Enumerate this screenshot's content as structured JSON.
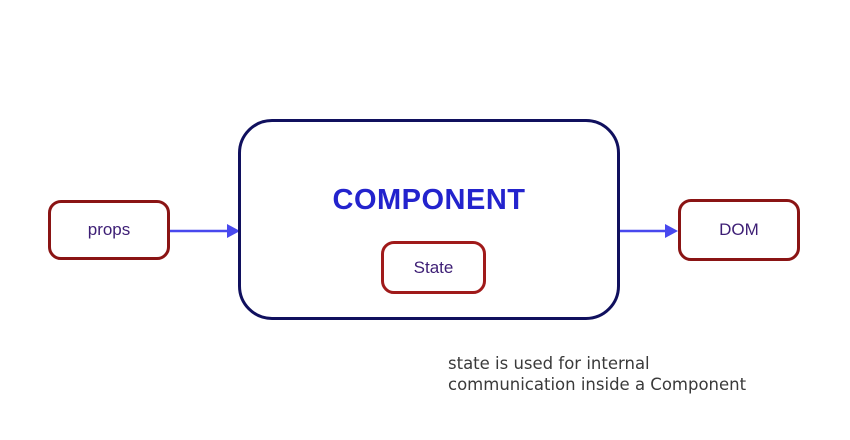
{
  "diagram": {
    "props_label": "props",
    "component_title": "COMPONENT",
    "state_label": "State",
    "dom_label": "DOM",
    "caption": {
      "lines": [
        "state is used for internal",
        "communication inside a Component"
      ]
    },
    "colors": {
      "red_border": "#8a1414",
      "red_border_state": "#a01a1a",
      "navy_border": "#10105e",
      "blue_title": "#2323cd",
      "purple_text": "#3d1e75",
      "arrow_blue": "#4848ee",
      "caption_gray": "#3a3a3a"
    }
  }
}
